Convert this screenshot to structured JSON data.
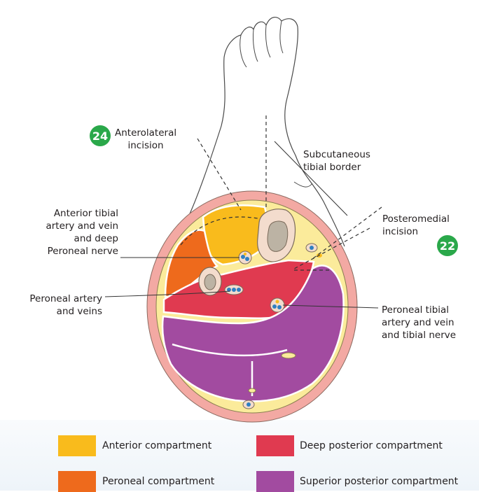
{
  "incisions": {
    "anterolateral": {
      "number": "24",
      "label": "Anterolateral\nincision"
    },
    "posteromedial": {
      "number": "22",
      "label": "Posteromedial\nincision"
    }
  },
  "labels": {
    "subcutaneous_tibial_border": "Subcutaneous\ntibial border",
    "anterior_tibial": "Anterior tibial\nartery and vein\nand deep\nPeroneal nerve",
    "peroneal_artery": "Peroneal artery\nand veins",
    "peroneal_tibial": "Peroneal tibial\nartery and vein\nand tibial nerve"
  },
  "legend": [
    {
      "label": "Anterior compartment",
      "color": "#f9bb1c"
    },
    {
      "label": "Deep posterior compartment",
      "color": "#e03a50"
    },
    {
      "label": "Peroneal compartment",
      "color": "#ee6a1c"
    },
    {
      "label": "Superior posterior compartment",
      "color": "#a24ba0"
    }
  ],
  "colors": {
    "skin": "#f3a9a3",
    "fat": "#fbeb9b",
    "bone_cortex": "#f3dccd",
    "bone_marrow": "#bcb3a4",
    "vessel": "#2f7fc1",
    "badge": "#2aa84a"
  }
}
